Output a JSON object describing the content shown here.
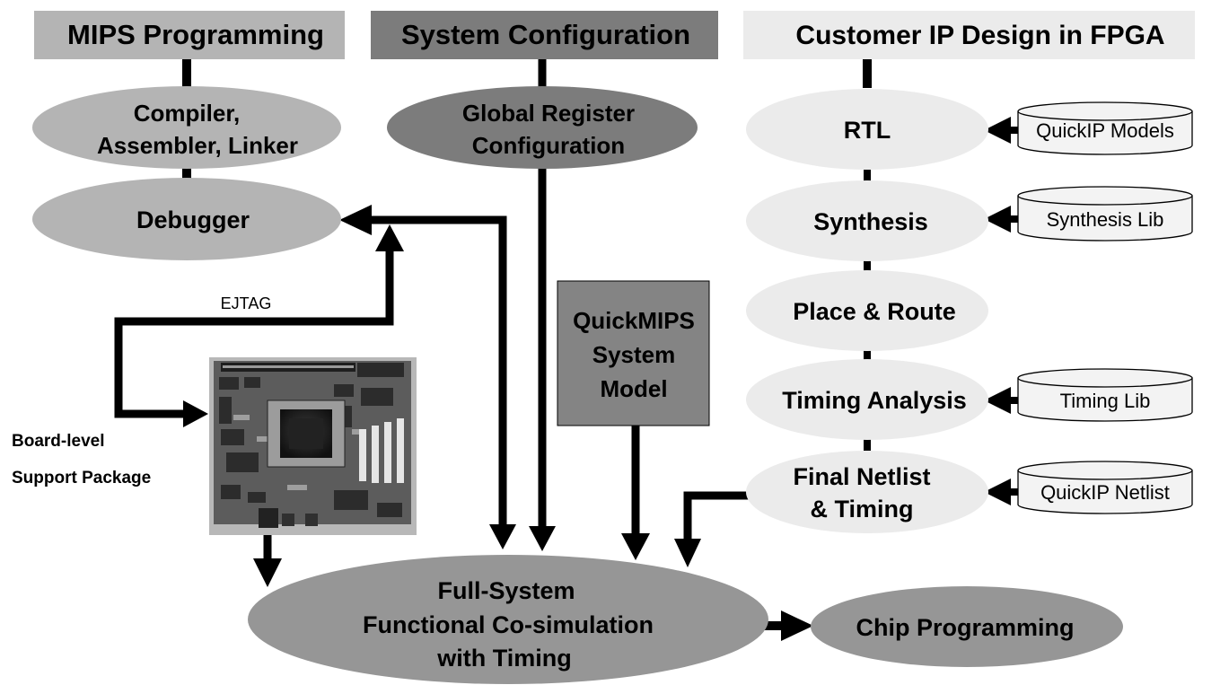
{
  "headers": {
    "mips": "MIPS Programming",
    "system": "System Configuration",
    "customer": "Customer IP Design in FPGA"
  },
  "nodes": {
    "compiler": {
      "line1": "Compiler,",
      "line2": "Assembler, Linker"
    },
    "debugger": "Debugger",
    "global_register": {
      "line1": "Global Register",
      "line2": "Configuration"
    },
    "quickmips_model": {
      "line1": "QuickMIPS",
      "line2": "System",
      "line3": "Model"
    },
    "rtl": "RTL",
    "synthesis": "Synthesis",
    "place_route": "Place & Route",
    "timing_analysis": "Timing Analysis",
    "final_netlist": {
      "line1": "Final Netlist",
      "line2": "& Timing"
    },
    "full_system": {
      "line1": "Full-System",
      "line2": "Functional Co-simulation",
      "line3": "with Timing"
    },
    "chip_programming": "Chip Programming"
  },
  "libraries": {
    "quickip_models": "QuickIP Models",
    "synthesis_lib": "Synthesis Lib",
    "timing_lib": "Timing Lib",
    "quickip_netlist": "QuickIP Netlist"
  },
  "labels": {
    "ejtag": "EJTAG",
    "board_line1": "Board-level",
    "board_line2": "Support Package"
  },
  "colors": {
    "mips_fill": "#b4b4b4",
    "system_fill": "#7c7c7c",
    "customer_fill": "#ebebeb",
    "quickmips_fill": "#848484",
    "fullsystem_fill": "#969696",
    "line": "#000000"
  }
}
